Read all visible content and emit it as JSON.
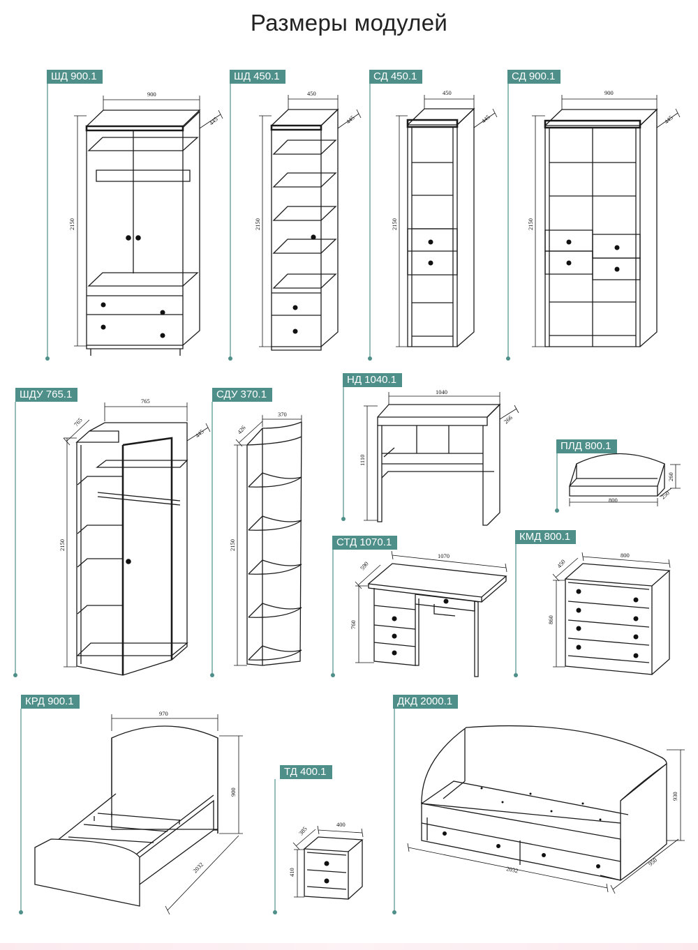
{
  "title": "Размеры модулей",
  "accent_color": "#4e8f8a",
  "modules": [
    {
      "id": "shd900",
      "tag": "ШД 900.1",
      "dims": {
        "width": "900",
        "depth": "445",
        "height": "2150"
      }
    },
    {
      "id": "shd450",
      "tag": "ШД 450.1",
      "dims": {
        "width": "450",
        "depth": "445",
        "height": "2150"
      }
    },
    {
      "id": "sd450",
      "tag": "СД 450.1",
      "dims": {
        "width": "450",
        "depth": "445",
        "height": "2150"
      }
    },
    {
      "id": "sd900",
      "tag": "СД 900.1",
      "dims": {
        "width": "900",
        "depth": "445",
        "height": "2150"
      }
    },
    {
      "id": "shdu765",
      "tag": "ШДУ 765.1",
      "dims": {
        "width": "765",
        "side": "765",
        "depth": "445",
        "height": "2150"
      }
    },
    {
      "id": "sdu370",
      "tag": "СДУ 370.1",
      "dims": {
        "width": "370",
        "depth": "426",
        "height": "2150"
      }
    },
    {
      "id": "nd1040",
      "tag": "НД 1040.1",
      "dims": {
        "width": "1040",
        "depth": "266",
        "height": "1110"
      }
    },
    {
      "id": "pld800",
      "tag": "ПЛД 800.1",
      "dims": {
        "width": "800",
        "depth": "250",
        "height": "260"
      }
    },
    {
      "id": "std1070",
      "tag": "СТД 1070.1",
      "dims": {
        "width": "1070",
        "depth": "590",
        "height": "760"
      }
    },
    {
      "id": "kmd800",
      "tag": "КМД 800.1",
      "dims": {
        "width": "800",
        "depth": "450",
        "height": "860"
      }
    },
    {
      "id": "krd900",
      "tag": "КРД 900.1",
      "dims": {
        "width": "970",
        "length": "2032",
        "height": "900"
      }
    },
    {
      "id": "td400",
      "tag": "ТД 400.1",
      "dims": {
        "width": "400",
        "depth": "385",
        "height": "410"
      }
    },
    {
      "id": "dkd2000",
      "tag": "ДКД 2000.1",
      "dims": {
        "length": "2032",
        "depth": "950",
        "height": "930"
      }
    }
  ]
}
